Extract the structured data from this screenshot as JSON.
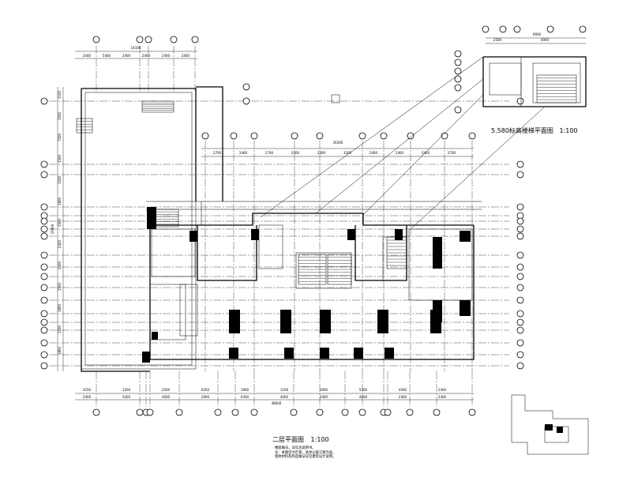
{
  "main_plan": {
    "title": "二层平面图",
    "scale": "1:100"
  },
  "detail_plan": {
    "title": "5.580标高楼梯平面图",
    "scale": "1:100"
  },
  "notes": {
    "line1": "楼面做法，详见总说明书。",
    "line2": "注：本图仅为示意，具体以施工图为准。",
    "line3": "墙体材料及构造做法详见建筑设计说明。"
  },
  "dimensions": {
    "overall_top": "36300",
    "overall_bottom": "48000",
    "upper_left_total": "14100",
    "left_total": "25900",
    "detail_total": "6600",
    "detail_top": [
      "2500",
      "4000"
    ],
    "top_chain": [
      "2400",
      "5400",
      "2400",
      "2400",
      "2400",
      "2400"
    ],
    "mid_chain": [
      "2700",
      "2400",
      "2700",
      "2400",
      "2400",
      "3200",
      "2400",
      "2400",
      "2400",
      "2700"
    ],
    "bottom_chain_upper": [
      "4250",
      "1200",
      "2500",
      "6350",
      "1900",
      "1100",
      "1900",
      "5300",
      "4000",
      "2400"
    ],
    "bottom_chain_lower": [
      "2400",
      "5400",
      "4000",
      "2900",
      "6300",
      "4000",
      "2400",
      "4000",
      "2400",
      "2400"
    ],
    "left_chain": [
      "1100",
      "1500",
      "7200",
      "1500",
      "1200",
      "1800",
      "1500",
      "2400",
      "1200",
      "1500",
      "1800",
      "1200",
      "1800"
    ]
  }
}
